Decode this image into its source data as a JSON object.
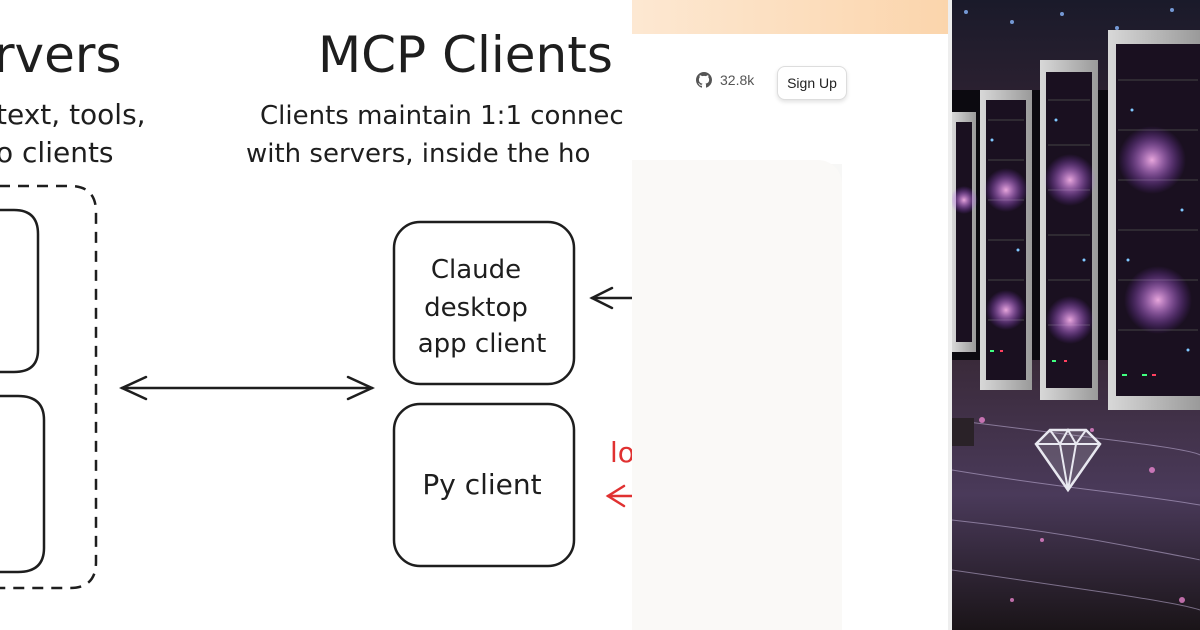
{
  "diagram": {
    "servers_title": "rvers",
    "servers_desc_line1": "text, tools,",
    "servers_desc_line2": "o clients",
    "clients_title": "MCP Clients",
    "clients_desc_line1": "Clients maintain 1:1 connec",
    "clients_desc_line2": "with servers, inside the ho",
    "claude_client_line1": "Claude",
    "claude_client_line2": "desktop",
    "claude_client_line3": "app client",
    "py_client": "Py client",
    "red_label": "lo",
    "red_color": "#e03131",
    "ink_color": "#1e1e1e"
  },
  "webui": {
    "github_icon": "github-icon",
    "github_stars": "32.8k",
    "signup_label": "Sign Up",
    "banner_color_start": "#fde8d2",
    "banner_color_end": "#fbd5ac"
  },
  "artwork": {
    "subject": "server-room",
    "logo_icon": "diamond-logo-icon"
  }
}
